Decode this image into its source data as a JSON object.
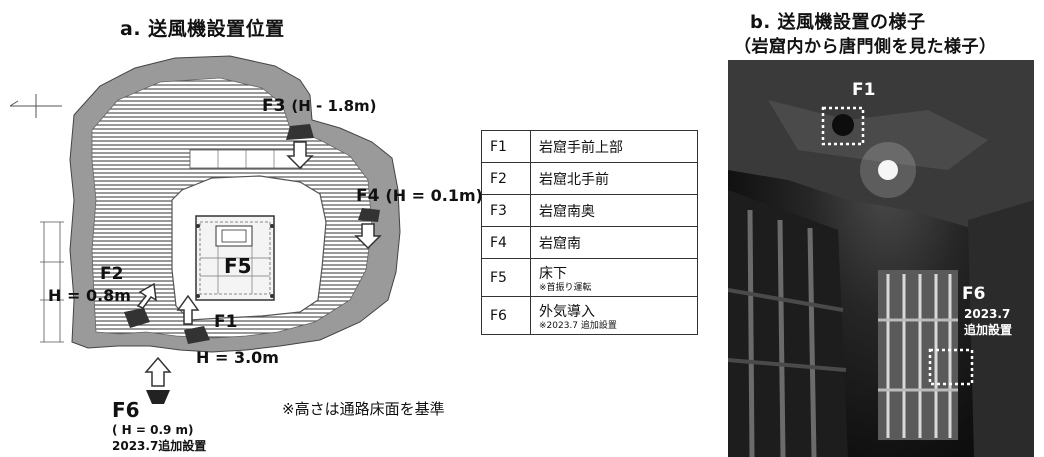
{
  "panel_a": {
    "title": "a. 送風機設置位置",
    "fans": [
      {
        "id": "F1",
        "height": "H = 3.0m"
      },
      {
        "id": "F2",
        "height": "H = 0.8m"
      },
      {
        "id": "F3",
        "height": "(H - 1.8m)"
      },
      {
        "id": "F4",
        "height": "(H = 0.1m)"
      },
      {
        "id": "F5"
      },
      {
        "id": "F6",
        "height": "( H = 0.9 m)",
        "note": "2023.7追加設置"
      }
    ],
    "footnote": "※高さは通路床面を基準",
    "legend": [
      {
        "code": "F1",
        "desc": "岩窟手前上部"
      },
      {
        "code": "F2",
        "desc": "岩窟北手前"
      },
      {
        "code": "F3",
        "desc": "岩窟南奥"
      },
      {
        "code": "F4",
        "desc": "岩窟南"
      },
      {
        "code": "F5",
        "desc": "床下",
        "sub": "※首振り運転"
      },
      {
        "code": "F6",
        "desc": "外気導入",
        "sub": "※2023.7 追加設置"
      }
    ]
  },
  "panel_b": {
    "title_line1": "b. 送風機設置の様子",
    "title_line2": "（岩窟内から唐門側を見た様子）",
    "f1_label": "F1",
    "f6_label": "F6",
    "f6_note_line1": "2023.7",
    "f6_note_line2": "追加設置"
  }
}
